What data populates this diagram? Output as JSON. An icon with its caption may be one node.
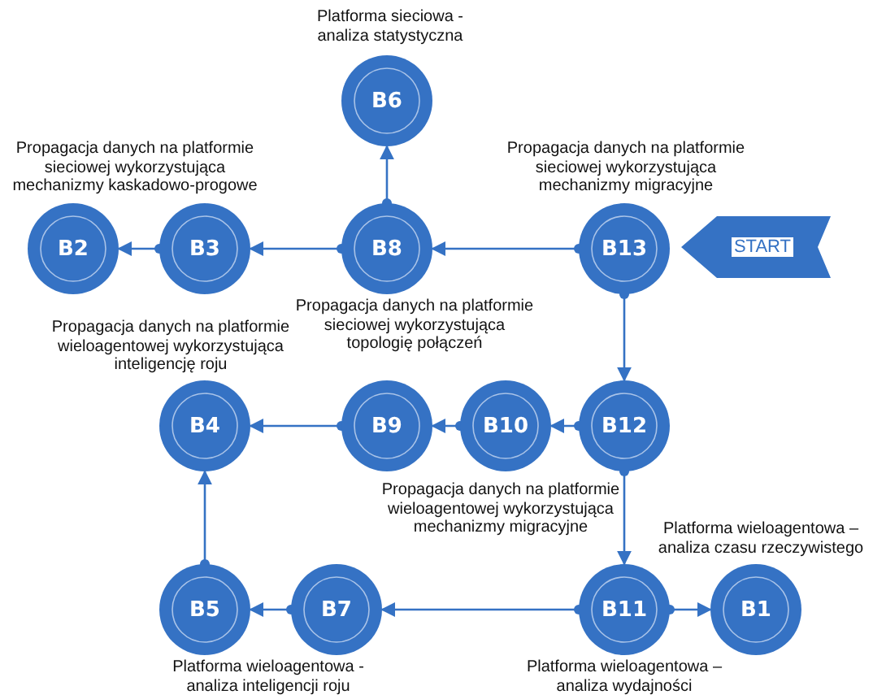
{
  "diagram": {
    "nodes": [
      {
        "text": [
          "B6"
        ]
      },
      {
        "text": [
          "B2"
        ]
      },
      {
        "text": [
          "B3"
        ]
      },
      {
        "text": [
          "B8"
        ]
      },
      {
        "text": [
          "B13"
        ]
      },
      {
        "text": [
          "START"
        ]
      },
      {
        "text": [
          "B4"
        ]
      },
      {
        "text": [
          "B9"
        ]
      },
      {
        "text": [
          "B10"
        ]
      },
      {
        "text": [
          "B12"
        ]
      },
      {
        "text": [
          "B5"
        ]
      },
      {
        "text": [
          "B7"
        ]
      },
      {
        "text": [
          "B11"
        ]
      },
      {
        "text": [
          "B1"
        ]
      }
    ],
    "edges": [
      {
        "from": 3,
        "to": 0,
        "arrow": "to"
      },
      {
        "from": 2,
        "to": 1,
        "arrow": "to"
      },
      {
        "from": 3,
        "to": 2,
        "arrow": "to"
      },
      {
        "from": 4,
        "to": 3,
        "arrow": "to"
      },
      {
        "from": 4,
        "to": 9,
        "arrow": "to"
      },
      {
        "from": 9,
        "to": 8,
        "arrow": "to"
      },
      {
        "from": 8,
        "to": 7,
        "arrow": "to"
      },
      {
        "from": 7,
        "to": 6,
        "arrow": "to"
      },
      {
        "from": 9,
        "to": 12,
        "arrow": "to"
      },
      {
        "from": 12,
        "to": 11,
        "arrow": "to"
      },
      {
        "from": 11,
        "to": 10,
        "arrow": "to"
      },
      {
        "from": 10,
        "to": 6,
        "arrow": "to"
      },
      {
        "from": 12,
        "to": 13,
        "arrow": "to"
      }
    ],
    "labels": [
      "Platforma sieciowa - analiza statystyczna",
      "Propagacja danych na platformie sieciowej wykorzystująca mechanizmy kaskadowo-progowe",
      "Propagacja danych na platformie sieciowej wykorzystująca mechanizmy migracyjne",
      "Propagacja danych na platformie sieciowej wykorzystująca topologię połączeń",
      "Propagacja danych na platformie wieloagentowej wykorzystująca inteligencję roju",
      "Propagacja danych na platformie wieloagentowej wykorzystująca mechanizmy migracyjne",
      "Platforma wieloagentowa – analiza czasu rzeczywistego",
      "Platforma wieloagentowa - analiza inteligencji roju",
      "Platforma wieloagentowa – analiza wydajności"
    ]
  }
}
